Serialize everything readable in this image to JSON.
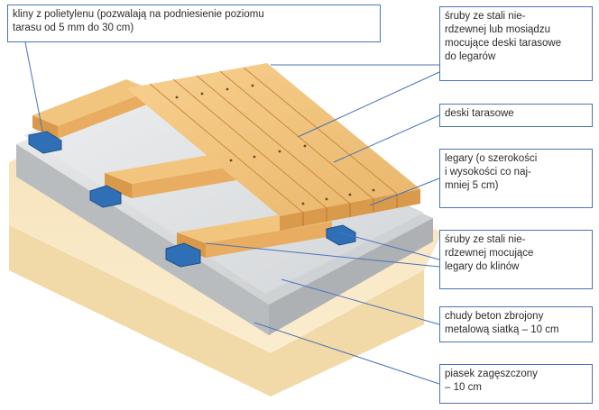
{
  "labels": {
    "wedges": "kliny z polietylenu (pozwalają na podniesienie poziomu\ntarasu od 5 mm do 30 cm)",
    "screws_deck": "śruby ze stali nie-\nrdzewnej lub mosiądzu\nmocujące deski tarasowe\ndo legarów",
    "deck_boards": "deski tarasowe",
    "joists": "legary (o szerokości\ni wysokości co naj-\nmniej 5 cm)",
    "screws_joists": "śruby ze stali nie-\nrdzewnej mocujące\nlegary do klinów",
    "concrete": "chudy beton zbrojony\nmetalową siatką – 10 cm",
    "sand": "piasek zagęszczony\n– 10 cm"
  },
  "colors": {
    "sand": "#f3dcae",
    "concrete": "#c9ccce",
    "membrane": "#dfe1e3",
    "wood": "#f0c27a",
    "wood_dark": "#cf8e3e",
    "wedge": "#2f6fb5",
    "leader": "#4a73b8"
  }
}
